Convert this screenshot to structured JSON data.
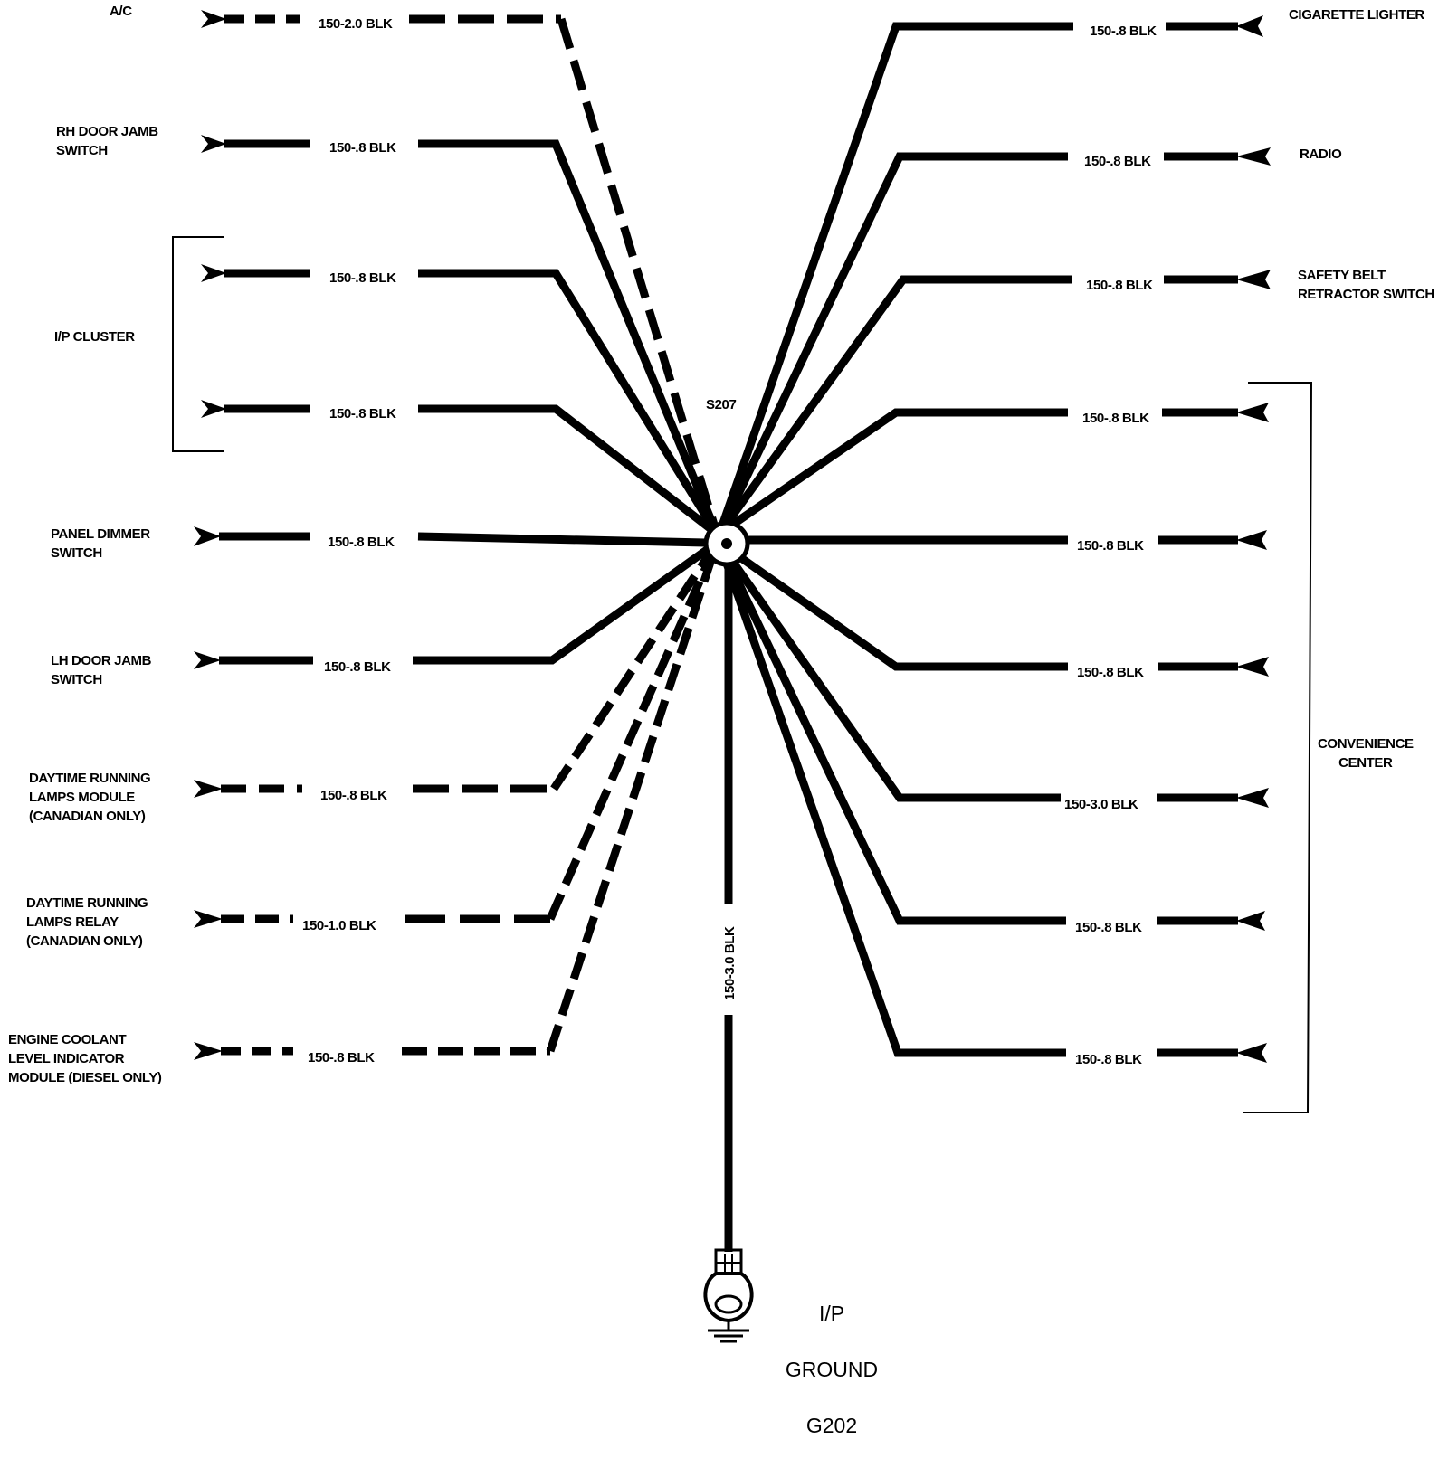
{
  "splice": {
    "label": "S207"
  },
  "ground": {
    "line1": "I/P",
    "line2": "GROUND",
    "line3": "G202",
    "wire": "150-3.0 BLK"
  },
  "left": [
    {
      "label": "A/C",
      "wire": "150-2.0 BLK"
    },
    {
      "label": "RH DOOR JAMB\nSWITCH",
      "wire": "150-.8 BLK"
    },
    {
      "label": "I/P CLUSTER",
      "wire": "150-.8 BLK",
      "wire2": "150-.8 BLK"
    },
    {
      "label": "PANEL DIMMER\nSWITCH",
      "wire": "150-.8 BLK"
    },
    {
      "label": "LH DOOR JAMB\nSWITCH",
      "wire": "150-.8 BLK"
    },
    {
      "label": "DAYTIME RUNNING\nLAMPS MODULE\n(CANADIAN ONLY)",
      "wire": "150-.8 BLK"
    },
    {
      "label": "DAYTIME RUNNING\nLAMPS RELAY\n(CANADIAN ONLY)",
      "wire": "150-1.0 BLK"
    },
    {
      "label": "ENGINE COOLANT\nLEVEL INDICATOR\nMODULE (DIESEL ONLY)",
      "wire": "150-.8 BLK"
    }
  ],
  "right": [
    {
      "label": "CIGARETTE LIGHTER",
      "wire": "150-.8 BLK"
    },
    {
      "label": "RADIO",
      "wire": "150-.8 BLK"
    },
    {
      "label": "SAFETY BELT\nRETRACTOR SWITCH",
      "wire": "150-.8 BLK"
    },
    {
      "label": "CONVENIENCE\nCENTER",
      "wires": [
        "150-.8 BLK",
        "150-.8 BLK",
        "150-.8 BLK",
        "150-3.0 BLK",
        "150-.8 BLK",
        "150-.8 BLK"
      ]
    }
  ]
}
